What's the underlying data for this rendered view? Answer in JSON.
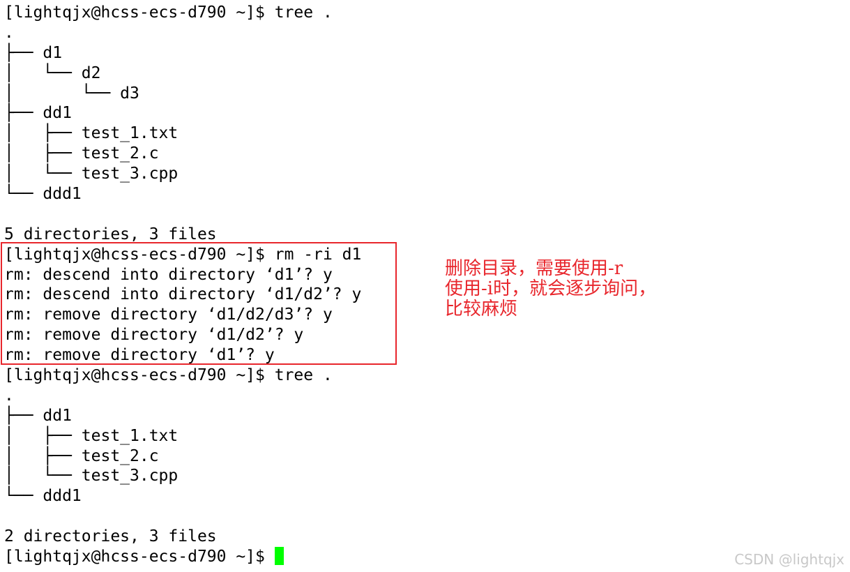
{
  "terminal": {
    "lines": [
      "[lightqjx@hcss-ecs-d790 ~]$ tree .",
      ".",
      "├── d1",
      "│   └── d2",
      "│       └── d3",
      "├── dd1",
      "│   ├── test_1.txt",
      "│   ├── test_2.c",
      "│   └── test_3.cpp",
      "└── ddd1",
      "",
      "5 directories, 3 files",
      "[lightqjx@hcss-ecs-d790 ~]$ rm -ri d1",
      "rm: descend into directory ‘d1’? y",
      "rm: descend into directory ‘d1/d2’? y",
      "rm: remove directory ‘d1/d2/d3’? y",
      "rm: remove directory ‘d1/d2’? y",
      "rm: remove directory ‘d1’? y",
      "[lightqjx@hcss-ecs-d790 ~]$ tree .",
      ".",
      "├── dd1",
      "│   ├── test_1.txt",
      "│   ├── test_2.c",
      "│   └── test_3.cpp",
      "└── ddd1",
      "",
      "2 directories, 3 files"
    ],
    "prompt": "[lightqjx@hcss-ecs-d790 ~]$ "
  },
  "annotation": {
    "text": "删除目录，需要使用-r\n使用-i时，就会逐步询问，\n比较麻烦"
  },
  "watermark": "CSDN @lightqjx",
  "colors": {
    "text": "#000000",
    "background": "#ffffff",
    "highlight_border": "#e8262c",
    "annotation_text": "#e8262c",
    "cursor": "#00ff00"
  }
}
